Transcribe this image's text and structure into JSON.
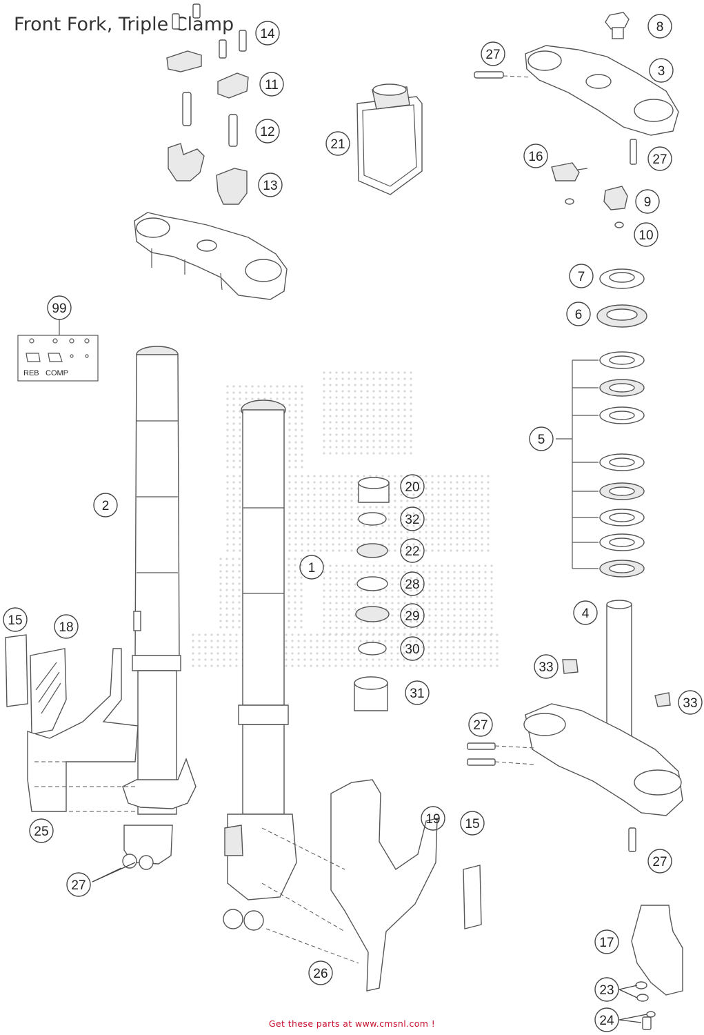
{
  "title": "Front Fork, Triple Clamp",
  "footer": "Get these parts at www.cmsnl.com !",
  "adjuster_box": {
    "labels": [
      "REB",
      "COMP"
    ]
  },
  "callouts": [
    "14",
    "11",
    "12",
    "13",
    "21",
    "8",
    "3",
    "27",
    "27",
    "16",
    "9",
    "10",
    "7",
    "6",
    "5",
    "99",
    "2",
    "1",
    "20",
    "32",
    "22",
    "28",
    "29",
    "30",
    "31",
    "4",
    "33",
    "33",
    "27",
    "27",
    "15",
    "18",
    "25",
    "27",
    "19",
    "15",
    "26",
    "17",
    "23",
    "24"
  ]
}
